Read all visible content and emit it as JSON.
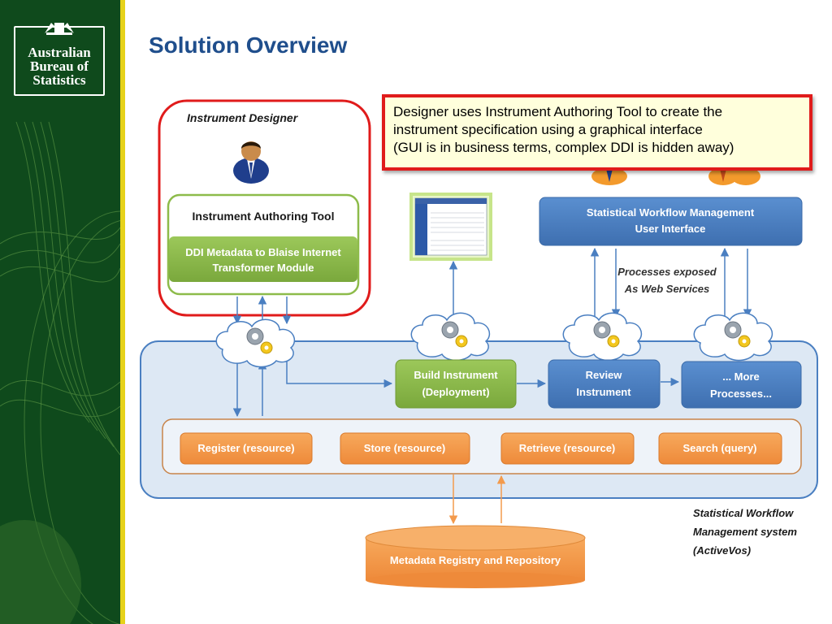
{
  "logo": {
    "lines": [
      "Australian",
      "Bureau of",
      "Statistics"
    ]
  },
  "slide_title": "Solution Overview",
  "callout": {
    "lines": [
      "Designer uses Instrument Authoring Tool to create the",
      "instrument specification using a graphical interface",
      "(GUI is in business terms, complex DDI is hidden away)"
    ]
  },
  "designer": {
    "title": "Instrument Designer",
    "tool_title": "Instrument Authoring Tool",
    "module_lines": [
      "DDI Metadata to Blaise Internet",
      "Transformer Module"
    ]
  },
  "workflow_ui": {
    "lines": [
      "Statistical Workflow Management",
      "User Interface"
    ]
  },
  "web_services_note": {
    "lines": [
      "Processes exposed",
      "As Web Services"
    ]
  },
  "processes": {
    "build": [
      "Build Instrument",
      "(Deployment)"
    ],
    "review": [
      "Review",
      "Instrument"
    ],
    "more": [
      "... More",
      "Processes..."
    ]
  },
  "resources": [
    "Register (resource)",
    "Store (resource)",
    "Retrieve (resource)",
    "Search (query)"
  ],
  "repository": "Metadata Registry and Repository",
  "system_label": {
    "lines": [
      "Statistical Workflow",
      "Management system",
      "(ActiveVos)"
    ]
  },
  "colors": {
    "accent_red": "#e01b1b",
    "title_blue": "#1f4e8c",
    "process_blue": "#4a7fc1",
    "green": "#8dbb4a",
    "orange": "#f39a4c",
    "sidebar_green": "#0f4a1c"
  }
}
